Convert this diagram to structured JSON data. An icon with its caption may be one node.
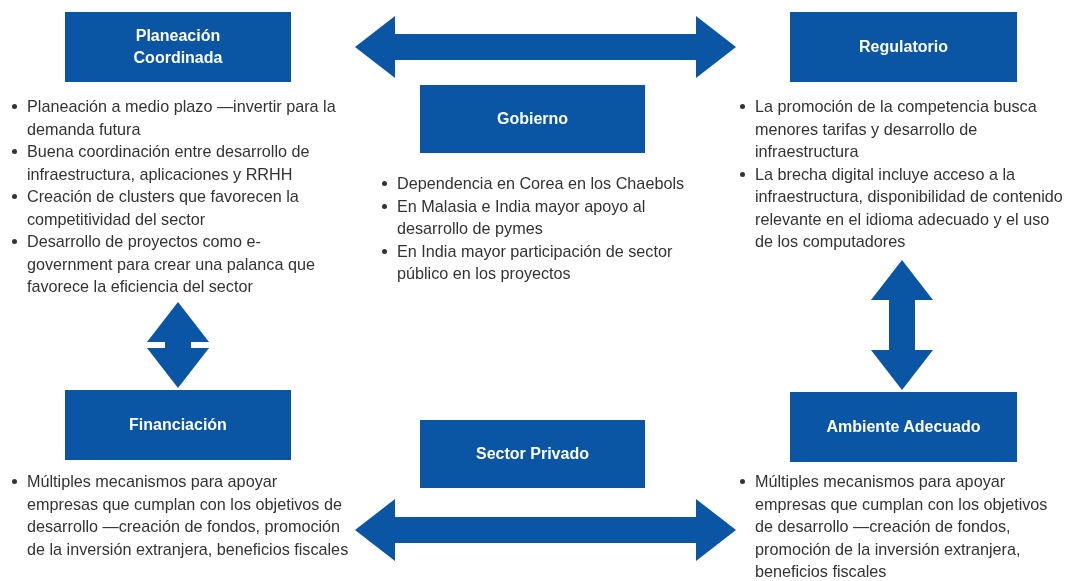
{
  "diagram": {
    "nodes": [
      {
        "text": [
          "Planeación Coordinada",
          "Planeación a medio plazo —invertir para la demanda futura",
          "Buena coordinación entre desarrollo de infraestructura, aplicaciones y RRHH",
          "Creación de clusters que favorecen la competitividad del sector",
          "Desarrollo de proyectos como e-government para crear una palanca que favorece la eficiencia del sector"
        ]
      },
      {
        "text": [
          "Regulatorio",
          "La promoción de la competencia busca menores tarifas y desarrollo de infraestructura",
          "La brecha digital incluye acceso a la infraestructura, disponibilidad de contenido relevante en el idioma adecuado y el uso de los computadores"
        ]
      },
      {
        "text": [
          "Gobierno",
          "Dependencia en Corea en los Chaebols",
          "En Malasia e India mayor apoyo al desarrollo de pymes",
          "En India mayor participación de sector público en los proyectos"
        ]
      },
      {
        "text": [
          "Financiación",
          "Múltiples mecanismos para apoyar empresas que cumplan con los objetivos de desarrollo —creación de fondos, promoción de la inversión extranjera, beneficios fiscales"
        ]
      },
      {
        "text": [
          "Sector Privado"
        ]
      },
      {
        "text": [
          "Ambiente Adecuado",
          "Múltiples mecanismos para apoyar empresas que cumplan con los objetivos de desarrollo —creación de fondos, promoción de la inversión extranjera, beneficios fiscales"
        ]
      }
    ],
    "edges": [
      {
        "from": 0,
        "to": 1,
        "arrow": "both"
      },
      {
        "from": 0,
        "to": 3,
        "arrow": "both"
      },
      {
        "from": 1,
        "to": 5,
        "arrow": "both"
      },
      {
        "from": 3,
        "to": 5,
        "arrow": "both"
      }
    ]
  }
}
